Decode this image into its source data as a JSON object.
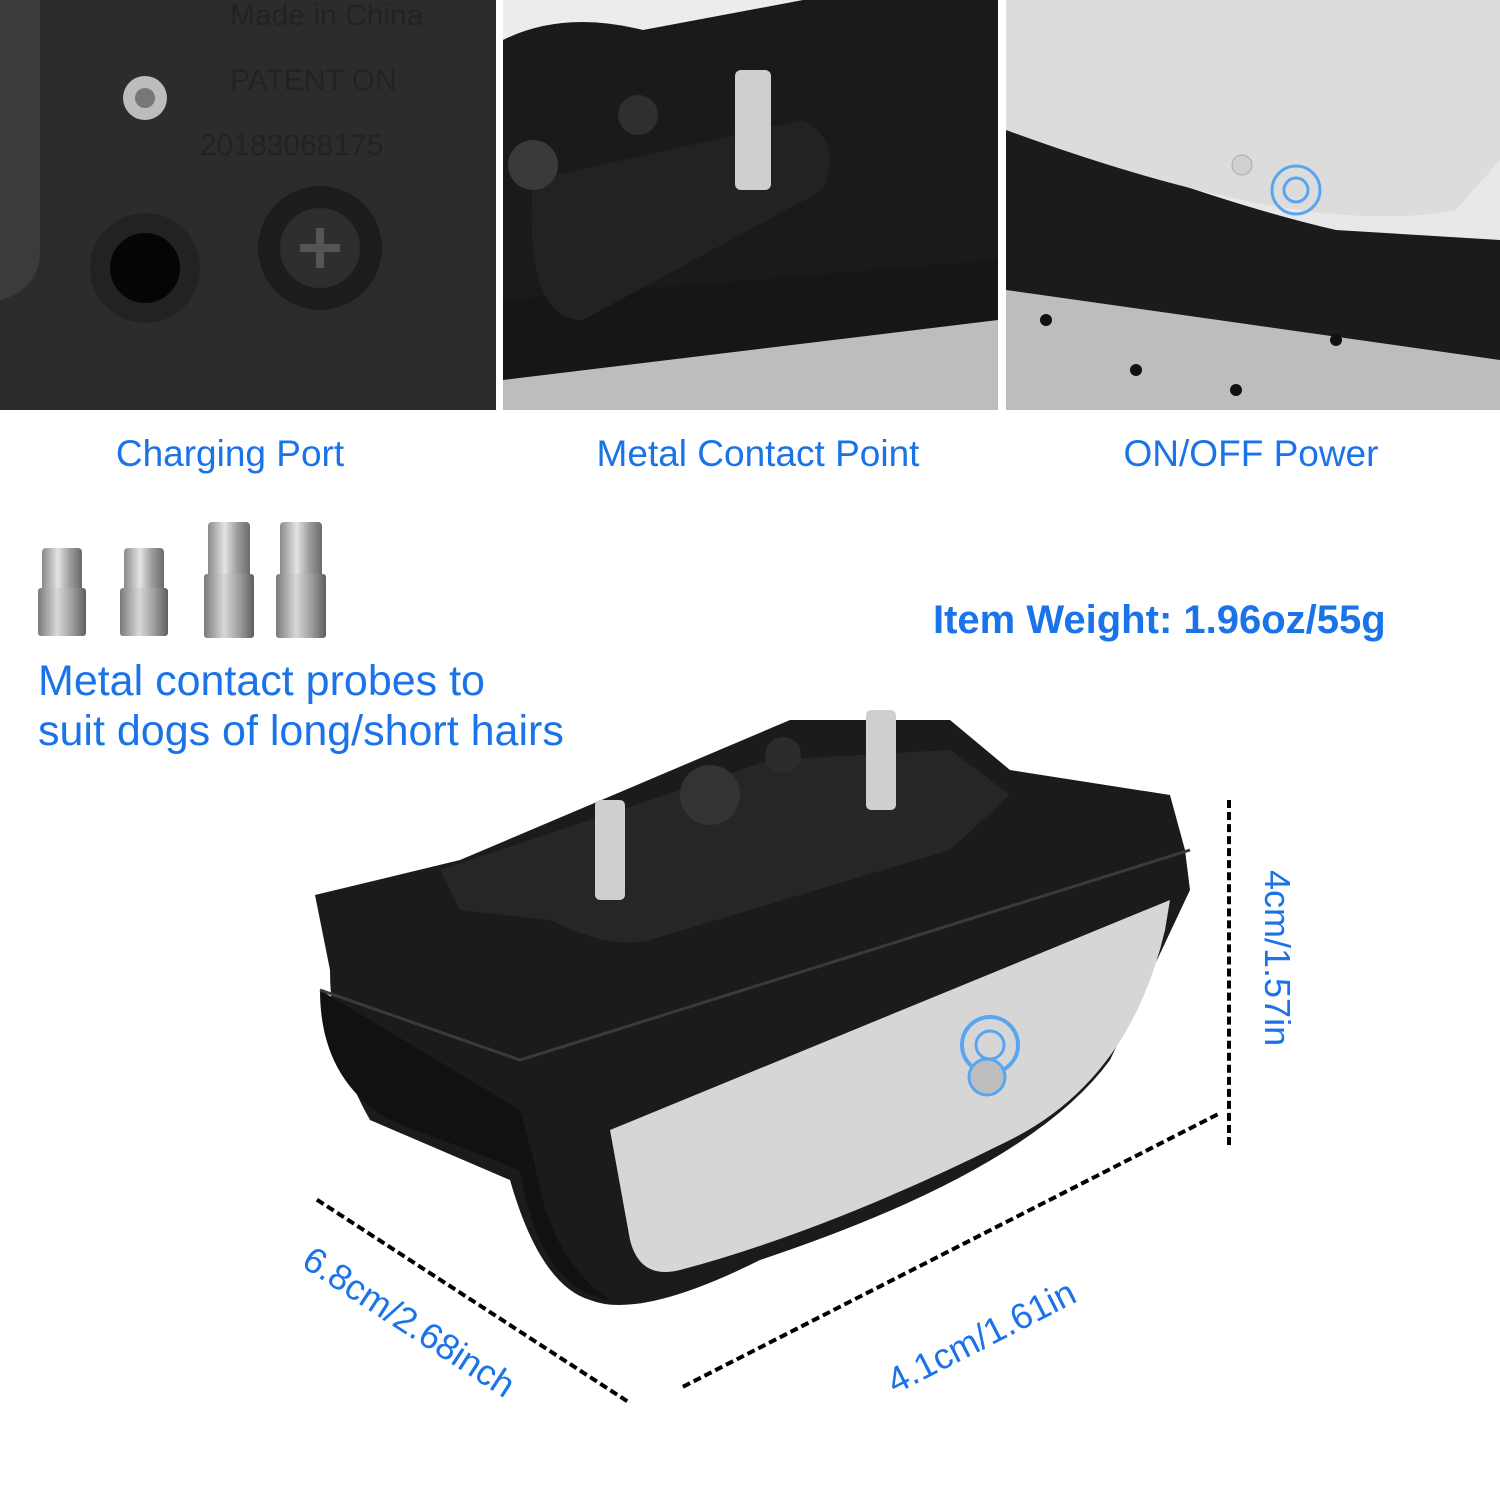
{
  "panels": [
    {
      "caption": "Charging Port",
      "image": "charging-port-closeup"
    },
    {
      "caption": "Metal Contact Point",
      "image": "metal-contact-point-closeup"
    },
    {
      "caption": "ON/OFF Power",
      "image": "power-button-closeup"
    }
  ],
  "probes": {
    "count": 4,
    "caption_line1": "Metal contact probes to",
    "caption_line2": "suit dogs of long/short hairs"
  },
  "weight": "Item Weight: 1.96oz/55g",
  "dimensions": {
    "height": "4cm/1.57in",
    "length": "6.8cm/2.68inch",
    "width": "4.1cm/1.61in"
  },
  "colors": {
    "accent": "#1a73e8",
    "device_body": "#1b1b1b",
    "device_face": "#d8d8d8"
  }
}
